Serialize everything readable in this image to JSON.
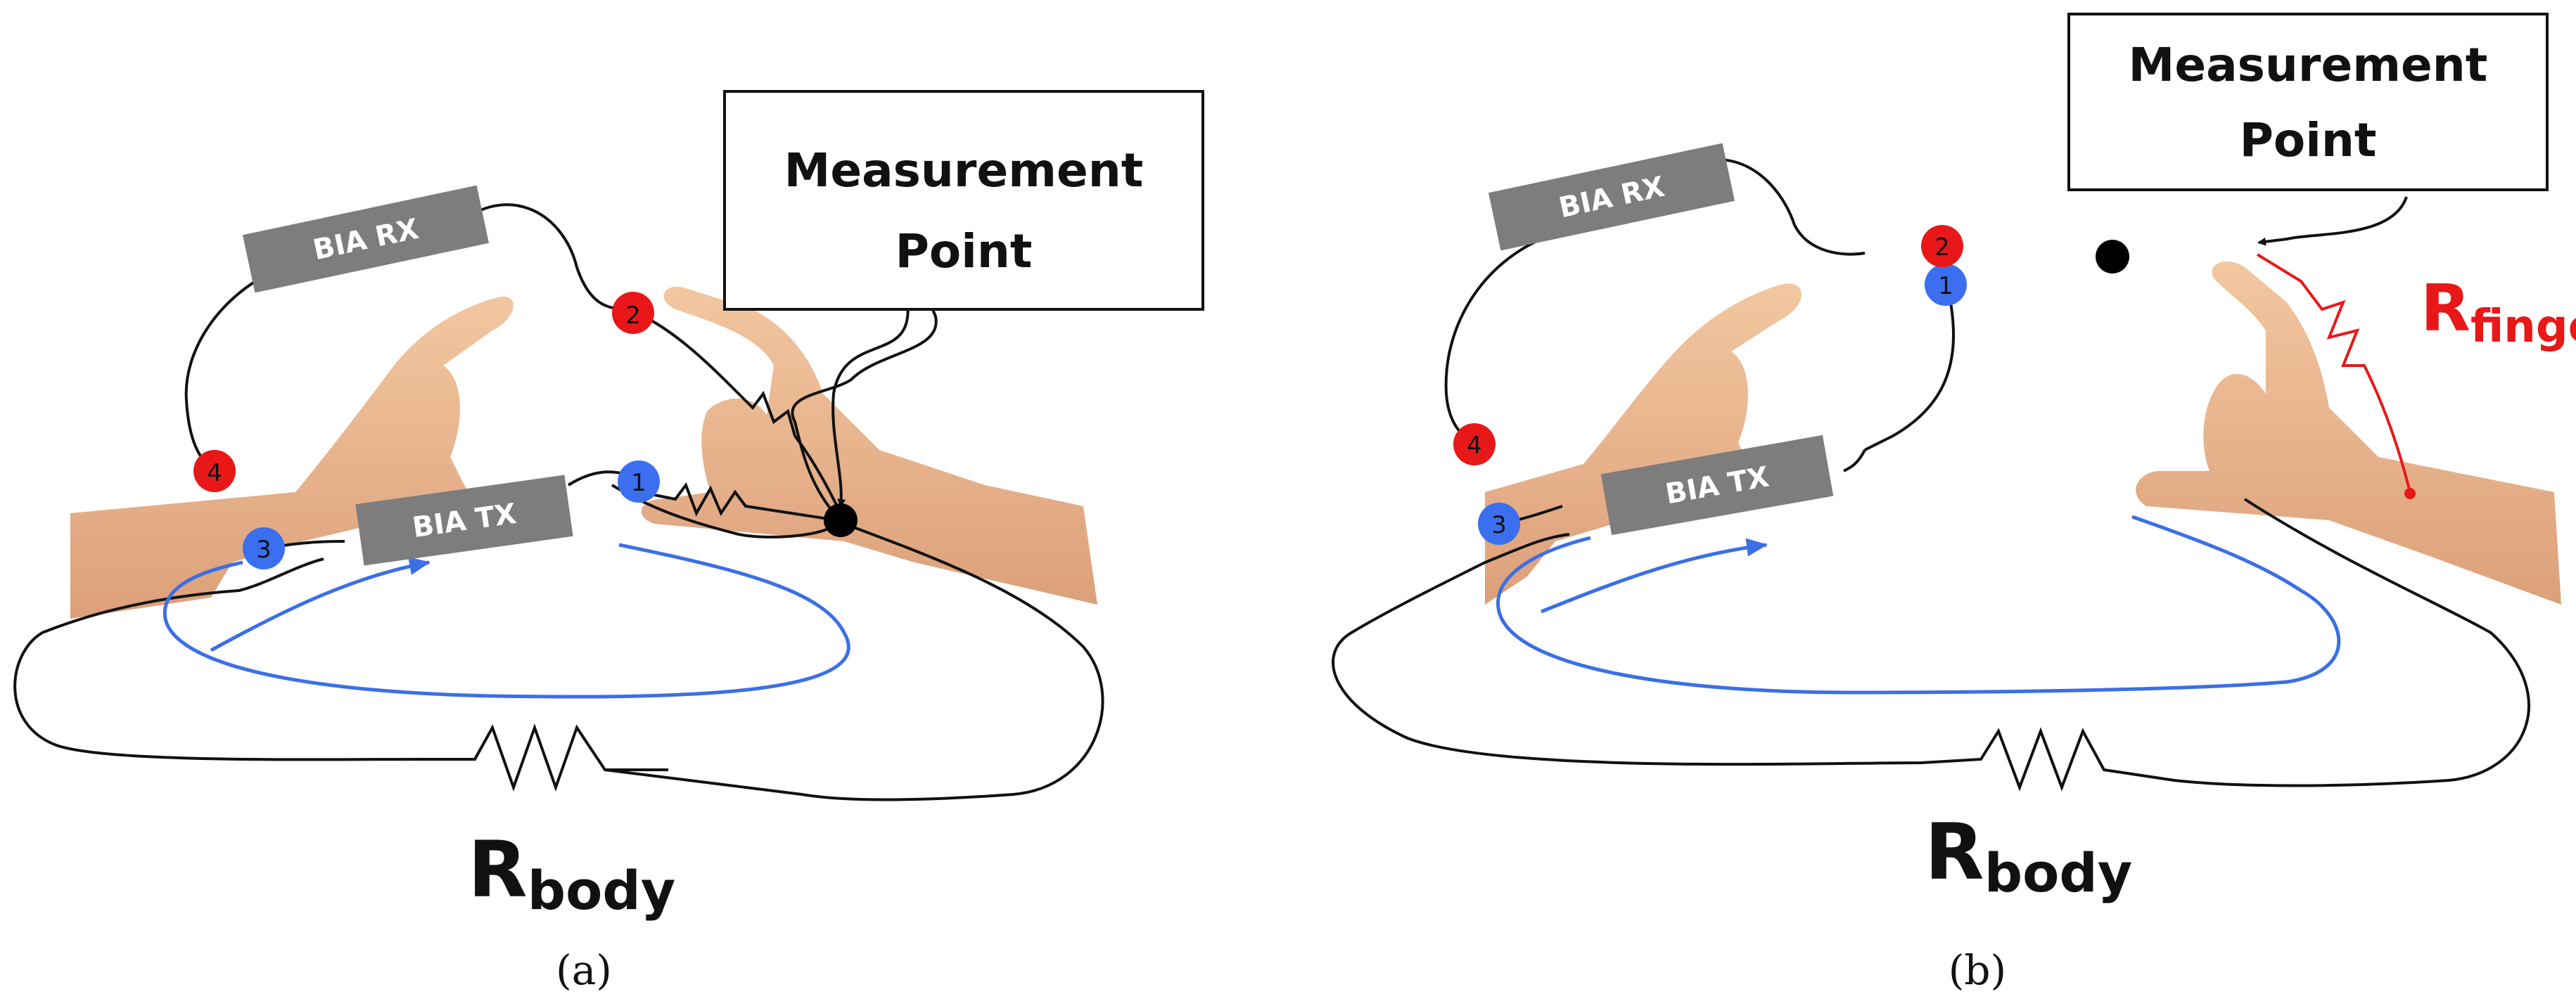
{
  "figure": {
    "panels": [
      {
        "caption": "(a)",
        "measurement_label_line1": "Measurement",
        "measurement_label_line2": "Point",
        "rx_label": "BIA RX",
        "tx_label": "BIA TX",
        "body_resistor_main": "R",
        "body_resistor_sub": "body",
        "electrodes": [
          "1",
          "2",
          "3",
          "4"
        ]
      },
      {
        "caption": "(b)",
        "measurement_label_line1": "Measurement",
        "measurement_label_line2": "Point",
        "rx_label": "BIA RX",
        "tx_label": "BIA TX",
        "body_resistor_main": "R",
        "body_resistor_sub": "body",
        "finger_resistor_main": "R",
        "finger_resistor_sub": "finger",
        "electrodes": [
          "1",
          "2",
          "3",
          "4"
        ]
      }
    ]
  },
  "colors": {
    "wire": "#111111",
    "current_loop": "#3b6fe6",
    "electrode_tx": "#3b6ff0",
    "electrode_rx": "#e81818",
    "finger_resistor": "#e81818",
    "box_fill": "#7d7d7d",
    "skin": "#eab48a"
  }
}
